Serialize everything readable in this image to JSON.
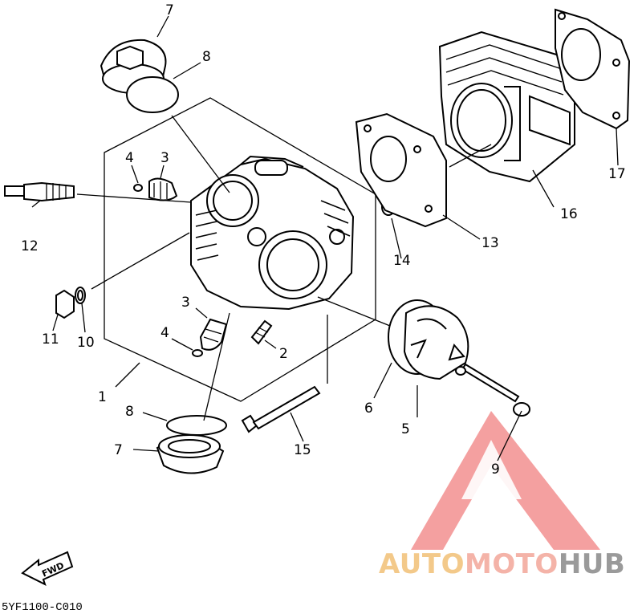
{
  "diagram": {
    "catalog_code": "5YF1100-C010",
    "direction_label": "FWD",
    "colors": {
      "line": "#000000",
      "watermark_triangle": "#f08080",
      "watermark_auto": "#f3c98a",
      "watermark_moto": "#f4b3a8",
      "watermark_hub": "#9a9a9a"
    },
    "callouts": [
      {
        "id": "1",
        "label": "1"
      },
      {
        "id": "2",
        "label": "2"
      },
      {
        "id": "3a",
        "label": "3"
      },
      {
        "id": "3b",
        "label": "3"
      },
      {
        "id": "4a",
        "label": "4"
      },
      {
        "id": "4b",
        "label": "4"
      },
      {
        "id": "5",
        "label": "5"
      },
      {
        "id": "6",
        "label": "6"
      },
      {
        "id": "7a",
        "label": "7"
      },
      {
        "id": "7b",
        "label": "7"
      },
      {
        "id": "8a",
        "label": "8"
      },
      {
        "id": "8b",
        "label": "8"
      },
      {
        "id": "9",
        "label": "9"
      },
      {
        "id": "10",
        "label": "10"
      },
      {
        "id": "11",
        "label": "11"
      },
      {
        "id": "12",
        "label": "12"
      },
      {
        "id": "13",
        "label": "13"
      },
      {
        "id": "14",
        "label": "14"
      },
      {
        "id": "15",
        "label": "15"
      },
      {
        "id": "16",
        "label": "16"
      },
      {
        "id": "17",
        "label": "17"
      }
    ]
  },
  "watermark": {
    "part1": "AUTO",
    "part2": "MOTO",
    "part3": "HUB"
  }
}
